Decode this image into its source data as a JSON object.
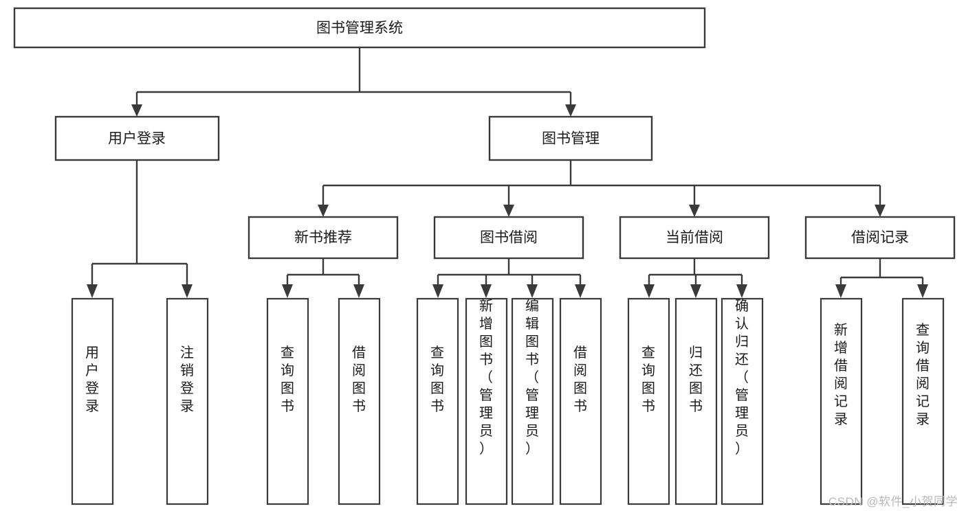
{
  "diagram": {
    "title": "图书管理系统",
    "watermark": "CSDN @软件_小贺同学",
    "colors": {
      "stroke": "#3a3a3a",
      "box_fill": "#ffffff",
      "text": "#1b1b1b",
      "background": "#ffffff",
      "watermark": "#b9b9b9"
    },
    "root": {
      "label": "图书管理系统"
    },
    "level2": [
      {
        "label": "用户登录"
      },
      {
        "label": "图书管理"
      }
    ],
    "level3": [
      {
        "label": "新书推荐"
      },
      {
        "label": "图书借阅"
      },
      {
        "label": "当前借阅"
      },
      {
        "label": "借阅记录"
      }
    ],
    "leaves": {
      "user_login": [
        {
          "label": "用户登录"
        },
        {
          "label": "注销登录"
        }
      ],
      "new_book_recommend": [
        {
          "label": "查询图书"
        },
        {
          "label": "借阅图书"
        }
      ],
      "book_borrow": [
        {
          "label": "查询图书"
        },
        {
          "label": "新增图书（管理员）"
        },
        {
          "label": "编辑图书（管理员）"
        },
        {
          "label": "借阅图书"
        }
      ],
      "current_borrow": [
        {
          "label": "查询图书"
        },
        {
          "label": "归还图书"
        },
        {
          "label": "确认归还（管理员）"
        }
      ],
      "borrow_record": [
        {
          "label": "新增借阅记录"
        },
        {
          "label": "查询借阅记录"
        }
      ]
    }
  }
}
